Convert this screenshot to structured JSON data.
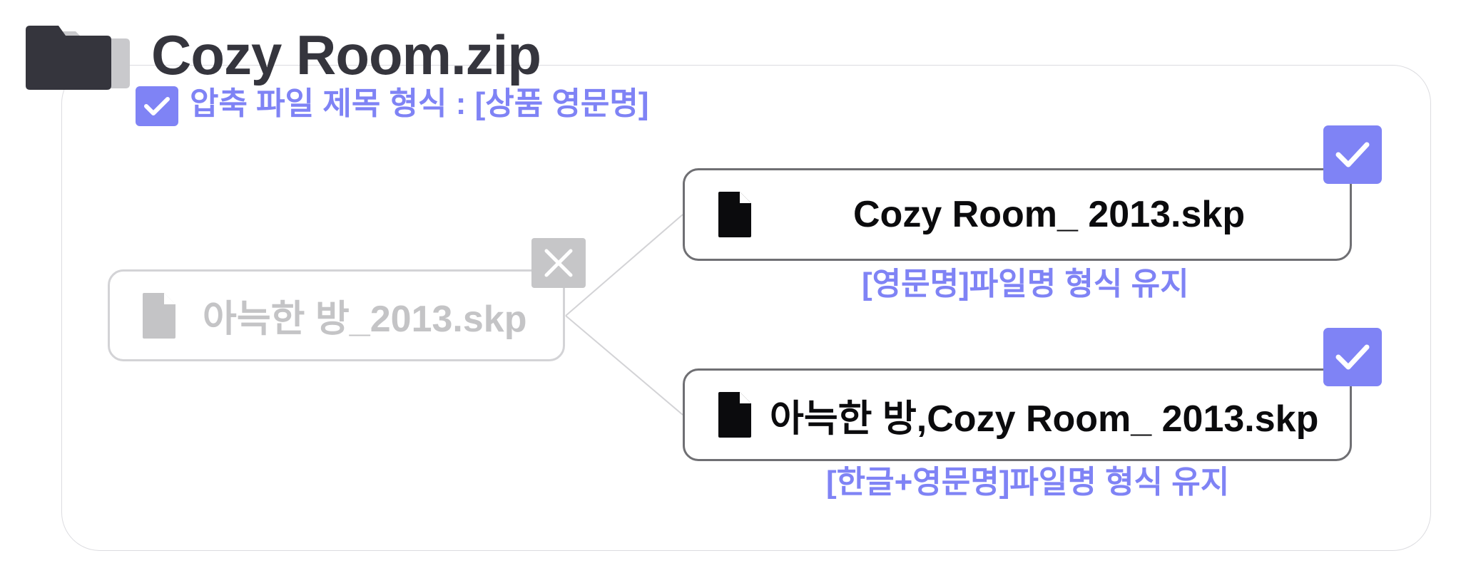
{
  "archive": {
    "title": "Cozy Room.zip",
    "folder_icon": "folder-icon"
  },
  "header_option": {
    "checked": true,
    "label": "압축 파일 제목 형식 : [상품 영문명]"
  },
  "source_file": {
    "name": "아늑한 방_2013.skp",
    "icon": "file-icon",
    "status": "rejected",
    "status_icon": "close-icon"
  },
  "target_files": [
    {
      "name": "Cozy Room_ 2013.skp",
      "icon": "file-icon",
      "status_icon": "checkmark-icon",
      "caption": "[영문명]파일명 형식 유지"
    },
    {
      "name": "아늑한 방,Cozy Room_ 2013.skp",
      "icon": "file-icon",
      "status_icon": "checkmark-icon",
      "caption": "[한글+영문명]파일명 형식 유지"
    }
  ],
  "colors": {
    "accent": "#7f83f5",
    "title": "#35353d",
    "folder": "#35353d",
    "inactive": "#c6c6c8",
    "border_active": "#6f6f73",
    "container_border": "#dcdce0"
  }
}
